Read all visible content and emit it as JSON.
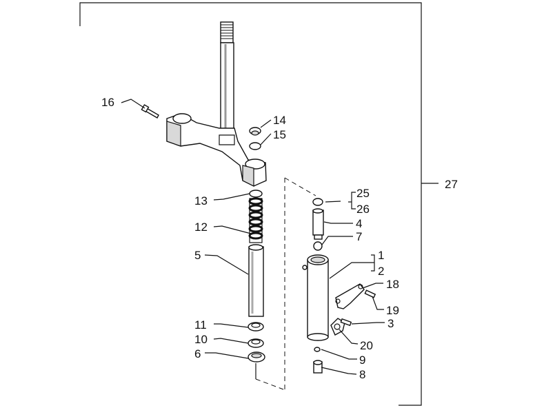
{
  "diagram": {
    "labels": {
      "l16": "16",
      "l14": "14",
      "l15": "15",
      "l13": "13",
      "l12": "12",
      "l5": "5",
      "l11": "11",
      "l10": "10",
      "l6": "6",
      "l25": "25",
      "l26": "26",
      "l4": "4",
      "l7": "7",
      "l1": "1",
      "l2": "2",
      "l18": "18",
      "l19": "19",
      "l3": "3",
      "l20": "20",
      "l9": "9",
      "l8": "8",
      "l27": "27"
    }
  }
}
